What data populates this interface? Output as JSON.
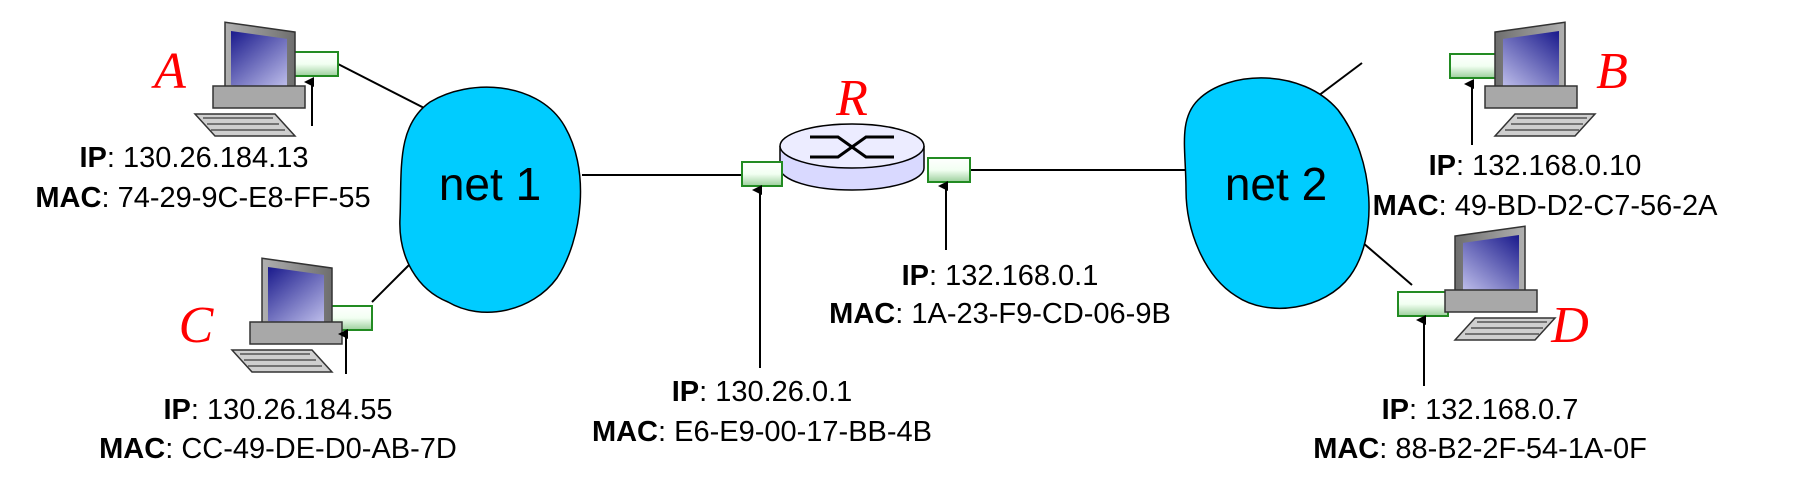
{
  "colors": {
    "network_cloud": "#00ccff",
    "host_name": "#ff0000",
    "adapter_fill": "#228b22",
    "router_body": "#d9d9ff",
    "line": "#000000"
  },
  "networks": {
    "net1": {
      "label": "net 1"
    },
    "net2": {
      "label": "net 2"
    }
  },
  "router": {
    "name": "R",
    "left_interface": {
      "ip_key": "IP",
      "ip": "130.26.0.1",
      "mac_key": "MAC",
      "mac": "E6-E9-00-17-BB-4B"
    },
    "right_interface": {
      "ip_key": "IP",
      "ip": "132.168.0.1",
      "mac_key": "MAC",
      "mac": "1A-23-F9-CD-06-9B"
    }
  },
  "hosts": {
    "A": {
      "name": "A",
      "ip_key": "IP",
      "ip": "130.26.184.13",
      "mac_key": "MAC",
      "mac": "74-29-9C-E8-FF-55"
    },
    "B": {
      "name": "B",
      "ip_key": "IP",
      "ip": "132.168.0.10",
      "mac_key": "MAC",
      "mac": "49-BD-D2-C7-56-2A"
    },
    "C": {
      "name": "C",
      "ip_key": "IP",
      "ip": "130.26.184.55",
      "mac_key": "MAC",
      "mac": "CC-49-DE-D0-AB-7D"
    },
    "D": {
      "name": "D",
      "ip_key": "IP",
      "ip": "132.168.0.7",
      "mac_key": "MAC",
      "mac": "88-B2-2F-54-1A-0F"
    }
  }
}
